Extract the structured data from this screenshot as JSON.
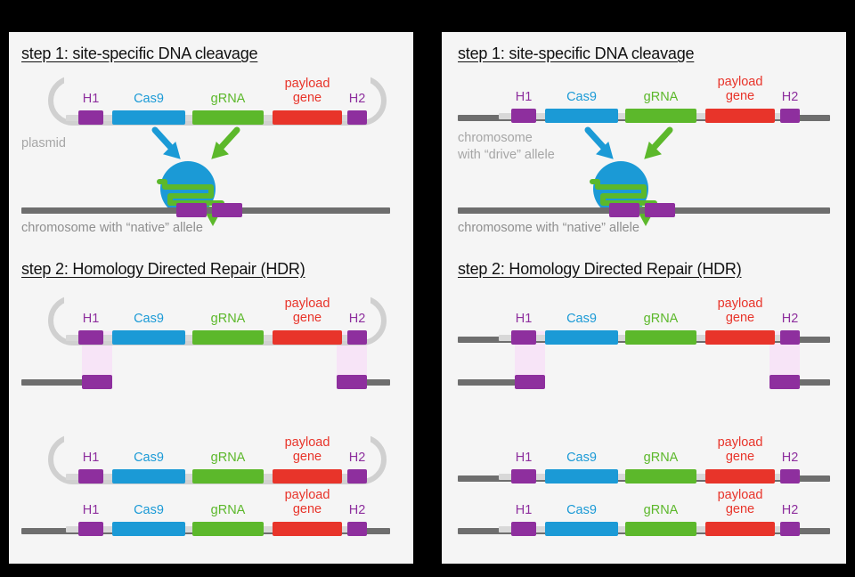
{
  "figure": {
    "background_color": "#000000",
    "panel_color": "#f5f5f5",
    "description": "CRISPR gene drive mechanism: two panels comparing a plasmid-delivered drive (left) versus a chromosomally encoded drive allele (right), each showing step 1 site-specific DNA cleavage and step 2 homology directed repair."
  },
  "colors": {
    "homology_arm": "#8e2f9e",
    "cas9": "#1b9ad6",
    "grna": "#5cb82b",
    "payload": "#e8342a",
    "chromosome": "#6e6e6e",
    "backbone": "#d8d8d8",
    "plasmid_outline": "#d0d0d0",
    "homology_band": "#f7e4f7",
    "label_gray": "#a6a6a6",
    "title": "#111111"
  },
  "steps": {
    "step1": "step 1: site-specific DNA cleavage",
    "step2": "step 2: Homology Directed Repair (HDR)"
  },
  "genes": {
    "h1": "H1",
    "cas9": "Cas9",
    "grna": "gRNA",
    "payload_line1": "payload",
    "payload_line2": "gene",
    "h2": "H2"
  },
  "labels": {
    "plasmid": "plasmid",
    "chromosome_drive_line1": "chromosome",
    "chromosome_drive_line2": "with “drive” allele",
    "chromosome_native": "chromosome with “native” allele"
  },
  "left_panel": {
    "name": "plasmid-delivered drive",
    "step1": {
      "donor_type": "plasmid",
      "donor_label": "plasmid",
      "target_label": "chromosome with “native” allele",
      "cas9_complex": true,
      "arrows": [
        "cas9-to-complex",
        "grna-to-complex"
      ]
    },
    "step2": {
      "donor_type": "plasmid",
      "homology_bands": [
        "H1",
        "H2"
      ],
      "result_top_type": "plasmid",
      "result_bottom_type": "chromosome"
    }
  },
  "right_panel": {
    "name": "chromosomal drive allele",
    "step1": {
      "donor_type": "chromosome",
      "donor_label_line1": "chromosome",
      "donor_label_line2": "with “drive” allele",
      "target_label": "chromosome with “native” allele",
      "cas9_complex": true,
      "arrows": [
        "cas9-to-complex",
        "grna-to-complex"
      ]
    },
    "step2": {
      "donor_type": "chromosome",
      "homology_bands": [
        "H1",
        "H2"
      ],
      "result_top_type": "chromosome",
      "result_bottom_type": "chromosome"
    }
  }
}
